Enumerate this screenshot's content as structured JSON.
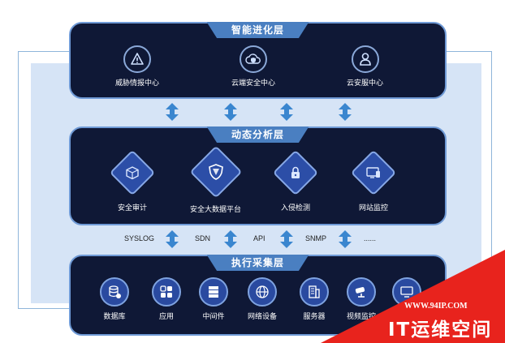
{
  "layers": {
    "top": {
      "title": "智能进化层",
      "items": [
        {
          "label": "威胁情报中心",
          "icon": "warning-icon"
        },
        {
          "label": "云端安全中心",
          "icon": "cloud-shield-icon"
        },
        {
          "label": "云安服中心",
          "icon": "user-icon"
        }
      ]
    },
    "middle": {
      "title": "动态分析层",
      "items": [
        {
          "label": "安全审计",
          "icon": "box-icon"
        },
        {
          "label": "安全大数据平台",
          "icon": "shield-logo-icon"
        },
        {
          "label": "入侵检测",
          "icon": "lock-icon"
        },
        {
          "label": "网站监控",
          "icon": "monitor-icon"
        }
      ]
    },
    "bottom": {
      "title": "执行采集层",
      "items": [
        {
          "label": "数据库",
          "icon": "database-icon"
        },
        {
          "label": "应用",
          "icon": "apps-icon"
        },
        {
          "label": "中间件",
          "icon": "middleware-icon"
        },
        {
          "label": "网络设备",
          "icon": "globe-icon"
        },
        {
          "label": "服务器",
          "icon": "server-icon"
        },
        {
          "label": "视频监控",
          "icon": "camera-icon"
        }
      ]
    }
  },
  "protocols": [
    "SYSLOG",
    "SDN",
    "API",
    "SNMP",
    "......"
  ],
  "watermark": {
    "url": "WWW.94IP.COM",
    "title": "IT运维空间"
  },
  "colors": {
    "layer_bg": "#0f1836",
    "layer_border": "#6f9ad6",
    "tab": "#4a7fc1",
    "arrow": "#3a86cf",
    "watermark": "#e8231d"
  }
}
